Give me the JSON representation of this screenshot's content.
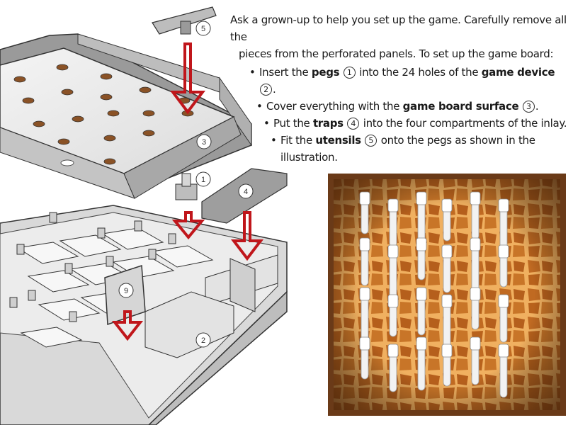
{
  "instructions": {
    "intro_line1": "Ask a grown-up to help you set up the game. Carefully remove all the",
    "intro_line2": "pieces from the perforated panels. To set up the game board:",
    "steps": [
      {
        "pre": "Insert the ",
        "term": "pegs",
        "ref": "1",
        "mid": " into the 24 holes of the ",
        "term2": "game device",
        "ref2": "2",
        "post": "."
      },
      {
        "pre": "Cover everything with the ",
        "term": "game board surface",
        "ref": "3",
        "post": "."
      },
      {
        "pre": "Put the ",
        "term": "traps",
        "ref": "4",
        "post": " into the four compartments of the inlay."
      },
      {
        "pre": "Fit the ",
        "term": "utensils",
        "ref": "5",
        "post": " onto the pegs as shown in the illustration."
      }
    ]
  },
  "illustration": {
    "callouts": [
      "1",
      "2",
      "3",
      "4",
      "5",
      "9"
    ],
    "arrow_color": "#c0161b"
  },
  "board_photo": {
    "utensil_color": "#f2f2f2",
    "background_colors": [
      "#e08a2e",
      "#b8621c",
      "#5a3216"
    ]
  }
}
